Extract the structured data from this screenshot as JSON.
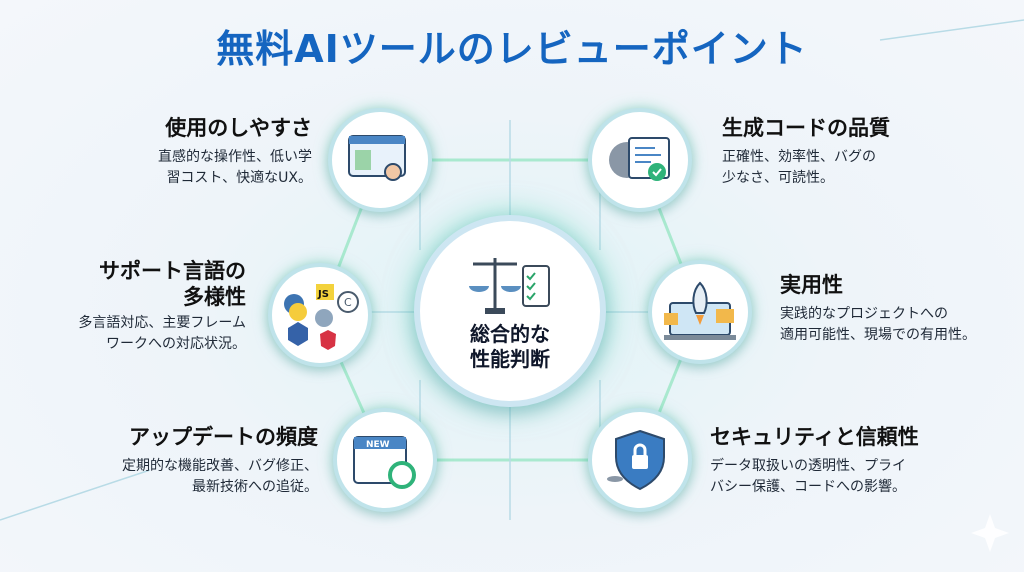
{
  "title": "無料AIツールのレビューポイント",
  "center": {
    "line1": "総合的な",
    "line2": "性能判断"
  },
  "points": [
    {
      "title": "使用のしやすさ",
      "desc1": "直感的な操作性、低い学",
      "desc2": "習コスト、快適なUX。"
    },
    {
      "title": "生成コードの品質",
      "desc1": "正確性、効率性、バグの",
      "desc2": "少なさ、可読性。"
    },
    {
      "title1": "サポート言語の",
      "title2": "多様性",
      "desc1": "多言語対応、主要フレーム",
      "desc2": "ワークへの対応状況。"
    },
    {
      "title": "実用性",
      "desc1": "実践的なプロジェクトへの",
      "desc2": "適用可能性、現場での有用性。"
    },
    {
      "title": "アップデートの頻度",
      "desc1": "定期的な機能改善、バグ修正、",
      "desc2": "最新技術への追従。"
    },
    {
      "title": "セキュリティと信頼性",
      "desc1": "データ取扱いの透明性、プライ",
      "desc2": "バシー保護、コードへの影響。"
    }
  ],
  "icons": {
    "js": "JS",
    "c": "C",
    "new": "NEW"
  },
  "colors": {
    "title": "#1565c0",
    "glow": "#5fd3b0"
  }
}
